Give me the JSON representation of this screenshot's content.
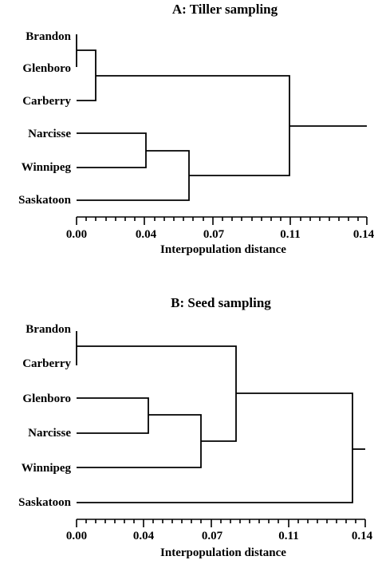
{
  "panels": [
    {
      "title": "A: Tiller sampling",
      "leaves": [
        "Brandon",
        "Glenboro",
        "Carberry",
        "Narcisse",
        "Winnipeg",
        "Saskatoon"
      ],
      "merges": [
        {
          "a": "Brandon",
          "b": "Glenboro",
          "height": 0.0
        },
        {
          "a": "Brandon+Glenboro",
          "b": "Carberry",
          "height": 0.01
        },
        {
          "a": "Narcisse",
          "b": "Winnipeg",
          "height": 0.04
        },
        {
          "a": "Narcisse+Winnipeg",
          "b": "Saskatoon",
          "height": 0.06
        },
        {
          "a": "Brandon+Glenboro+Carberry",
          "b": "Narcisse+Winnipeg+Saskatoon",
          "height": 0.11
        }
      ],
      "root_stub_to": 0.14,
      "axis": {
        "label": "Interpopulation distance",
        "ticks": [
          "0.00",
          "0.04",
          "0.07",
          "0.11",
          "0.14"
        ]
      }
    },
    {
      "title": "B: Seed sampling",
      "leaves": [
        "Brandon",
        "Carberry",
        "Glenboro",
        "Narcisse",
        "Winnipeg",
        "Saskatoon"
      ],
      "merges": [
        {
          "a": "Brandon",
          "b": "Carberry",
          "height": 0.0
        },
        {
          "a": "Glenboro",
          "b": "Narcisse",
          "height": 0.04
        },
        {
          "a": "Glenboro+Narcisse",
          "b": "Winnipeg",
          "height": 0.06
        },
        {
          "a": "Brandon+Carberry",
          "b": "Glenboro+Narcisse+Winnipeg",
          "height": 0.08
        },
        {
          "a": "Brandon+Carberry+Glenboro+Narcisse+Winnipeg",
          "b": "Saskatoon",
          "height": 0.136
        }
      ],
      "root_stub_to": 0.14,
      "axis": {
        "label": "Interpopulation distance",
        "ticks": [
          "0.00",
          "0.04",
          "0.07",
          "0.11",
          "0.14"
        ]
      }
    }
  ]
}
